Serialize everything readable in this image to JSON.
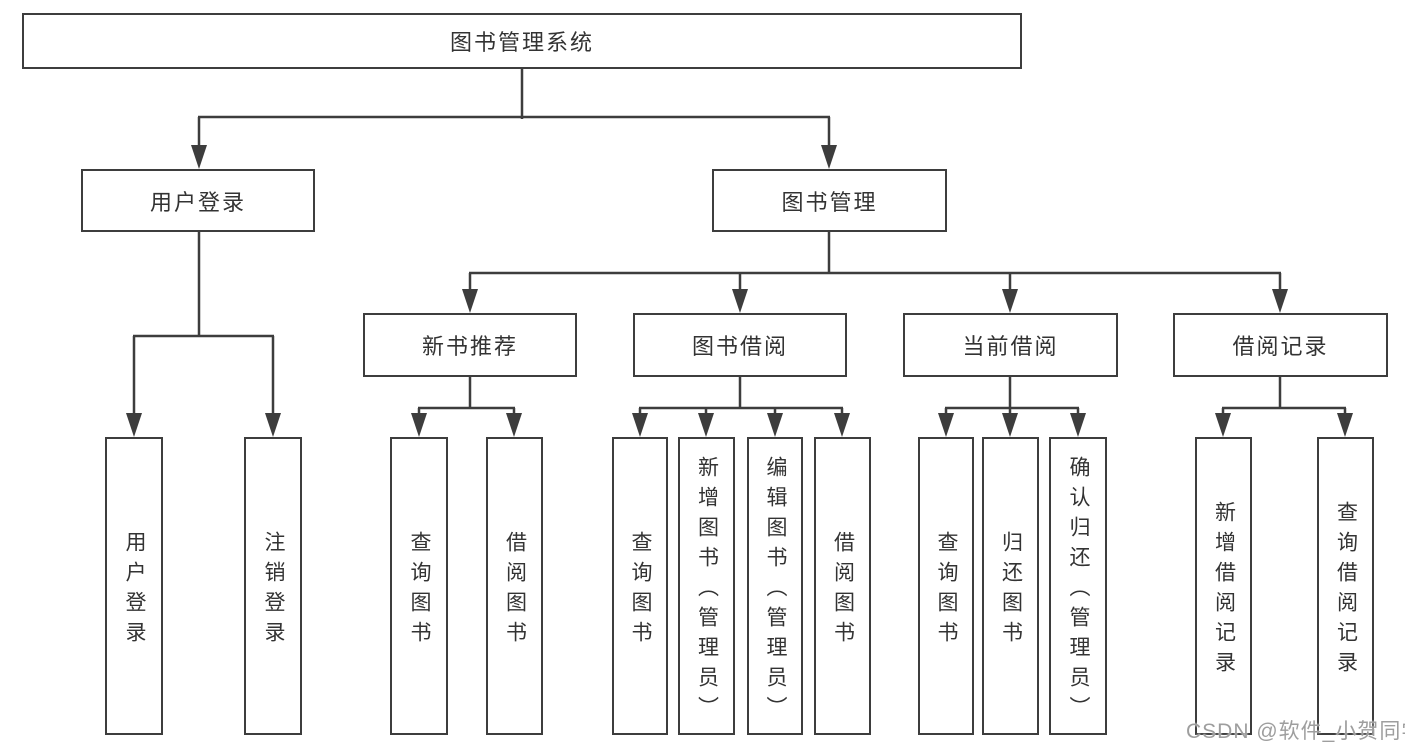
{
  "diagram_title": "图书管理系统",
  "tree": {
    "label": "图书管理系统",
    "children": [
      {
        "label": "用户登录",
        "children": [
          {
            "label": "用户登录"
          },
          {
            "label": "注销登录"
          }
        ]
      },
      {
        "label": "图书管理",
        "children": [
          {
            "label": "新书推荐",
            "children": [
              {
                "label": "查询图书"
              },
              {
                "label": "借阅图书"
              }
            ]
          },
          {
            "label": "图书借阅",
            "children": [
              {
                "label": "查询图书"
              },
              {
                "label": "新增图书（管理员）"
              },
              {
                "label": "编辑图书（管理员）"
              },
              {
                "label": "借阅图书"
              }
            ]
          },
          {
            "label": "当前借阅",
            "children": [
              {
                "label": "查询图书"
              },
              {
                "label": "归还图书"
              },
              {
                "label": "确认归还（管理员）"
              }
            ]
          },
          {
            "label": "借阅记录",
            "children": [
              {
                "label": "新增借阅记录"
              },
              {
                "label": "查询借阅记录"
              }
            ]
          }
        ]
      }
    ]
  },
  "watermark": {
    "text": "CSDN @软件_小贺同学"
  },
  "colors": {
    "line": "#3d3d3d",
    "box_border": "#3d3d3d",
    "text": "#333333",
    "background": "#ffffff",
    "watermark": "#9e9e9e"
  }
}
